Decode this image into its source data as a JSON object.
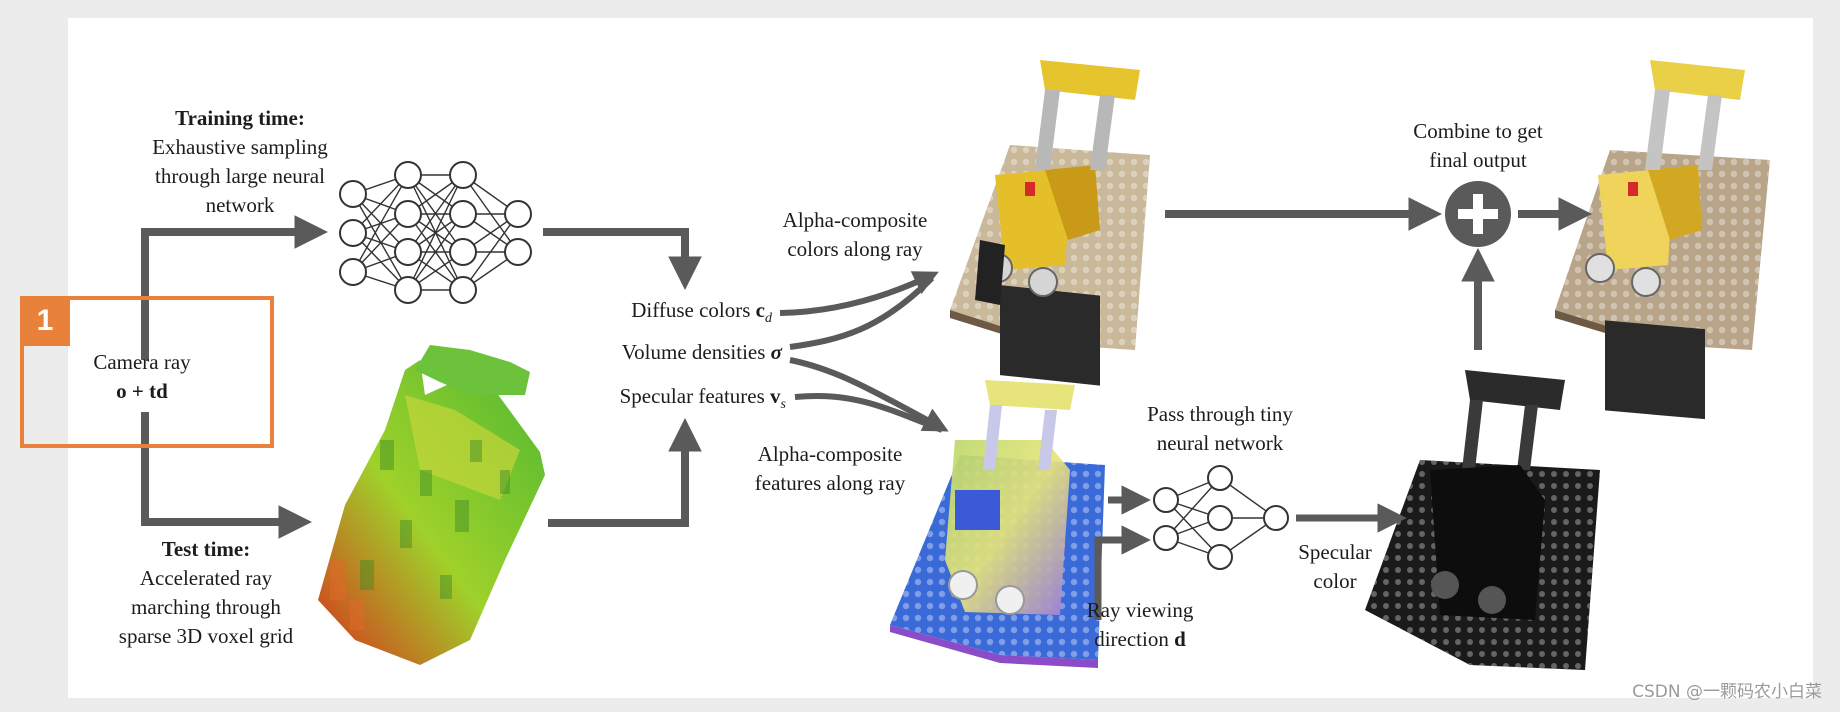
{
  "labels": {
    "training_title": "Training time:",
    "training_line1": "Exhaustive sampling",
    "training_line2": "through large neural",
    "training_line3": "network",
    "camera_line1": "Camera ray",
    "camera_line2": "o + td",
    "test_title": "Test time:",
    "test_line1": "Accelerated ray",
    "test_line2": "marching through",
    "test_line3": "sparse 3D voxel grid",
    "diffuse": "Diffuse colors",
    "diffuse_sym": "c",
    "diffuse_sub": "d",
    "density": "Volume densities",
    "density_sym": "σ",
    "specular": "Specular features",
    "specular_sym": "v",
    "specular_sub": "s",
    "alpha_colors_1": "Alpha-composite",
    "alpha_colors_2": "colors along ray",
    "alpha_features_1": "Alpha-composite",
    "alpha_features_2": "features along ray",
    "tiny_net_1": "Pass through tiny",
    "tiny_net_2": "neural network",
    "view_dir_1": "Ray viewing",
    "view_dir_2": "direction",
    "view_dir_sym": "d",
    "spec_color_1": "Specular",
    "spec_color_2": "color",
    "combine_1": "Combine to get",
    "combine_2": "final output"
  },
  "step_badge": "1",
  "watermark": "CSDN @一颗码农小白菜",
  "colors": {
    "arrow": "#5a5a5a",
    "step_accent": "#e8823a",
    "lego_yellow": "#e8c22e"
  }
}
